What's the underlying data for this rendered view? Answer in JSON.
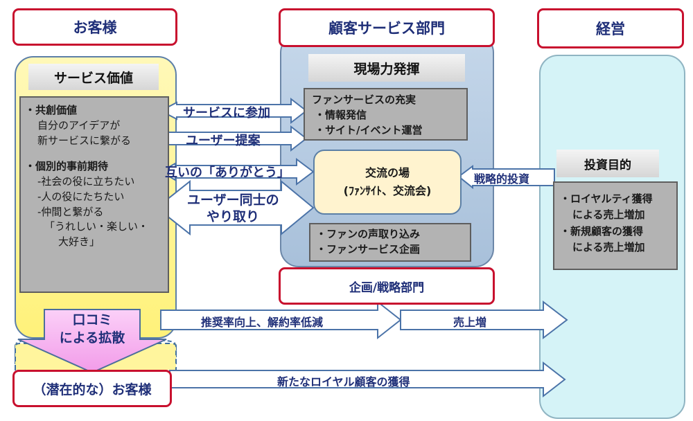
{
  "headers": {
    "customer": "お客様",
    "service_dept": "顧客サービス部門",
    "management": "経営"
  },
  "service_value": {
    "title": "サービス価値",
    "cocreation_title": "・共創価値",
    "cocreation_lines": [
      "自分のアイデアが",
      "新サービスに繋がる"
    ],
    "expectation_title": "・個別的事前期待",
    "expectation_lines": [
      "-社会の役に立ちたい",
      "-人の役にたちたい",
      "-仲間と繋がる",
      "「うれしい・楽しい・",
      "大好き」"
    ]
  },
  "field": {
    "title": "現場力発揮",
    "fan_service_title": "ファンサービスの充実",
    "fan_service_items": [
      "・情報発信",
      "・サイト/イベント運営"
    ],
    "exchange_title": "交流の場",
    "exchange_sub": "(ﾌｧﾝｻｲﾄ、交流会)",
    "fan_voice_items": [
      "・ファンの声取り込み",
      "・ファンサービス企画"
    ],
    "planning_dept": "企画/戦略部門"
  },
  "management_panel": {
    "investment_title": "投資目的",
    "lines": [
      "・ロイヤルティ獲得",
      "による売上増加",
      "・新規顧客の獲得",
      "による売上増加"
    ]
  },
  "arrows": {
    "participate": "サービスに参加",
    "proposal": "ユーザー提案",
    "thanks": "互いの「ありがとう」",
    "user_exchange": [
      "ユーザー同士の",
      "やり取り"
    ],
    "strategic_investment": "戦略的投資",
    "recommend": "推奨率向上、解約率低減",
    "sales_increase": "売上増",
    "new_loyal": "新たなロイヤル顧客の獲得"
  },
  "word_of_mouth": [
    "口コミ",
    "による拡散"
  ],
  "potential_customer": "（潜在的な）お客様",
  "colors": {
    "header_border": "#c8102e",
    "header_text": "#1f2f78",
    "customer_panel": "#fff59d",
    "service_panel": "#b6cbe0",
    "management_panel": "#d5f3f7",
    "exchange_box": "#fff3cf",
    "word_of_mouth": "#f6b8f2"
  }
}
